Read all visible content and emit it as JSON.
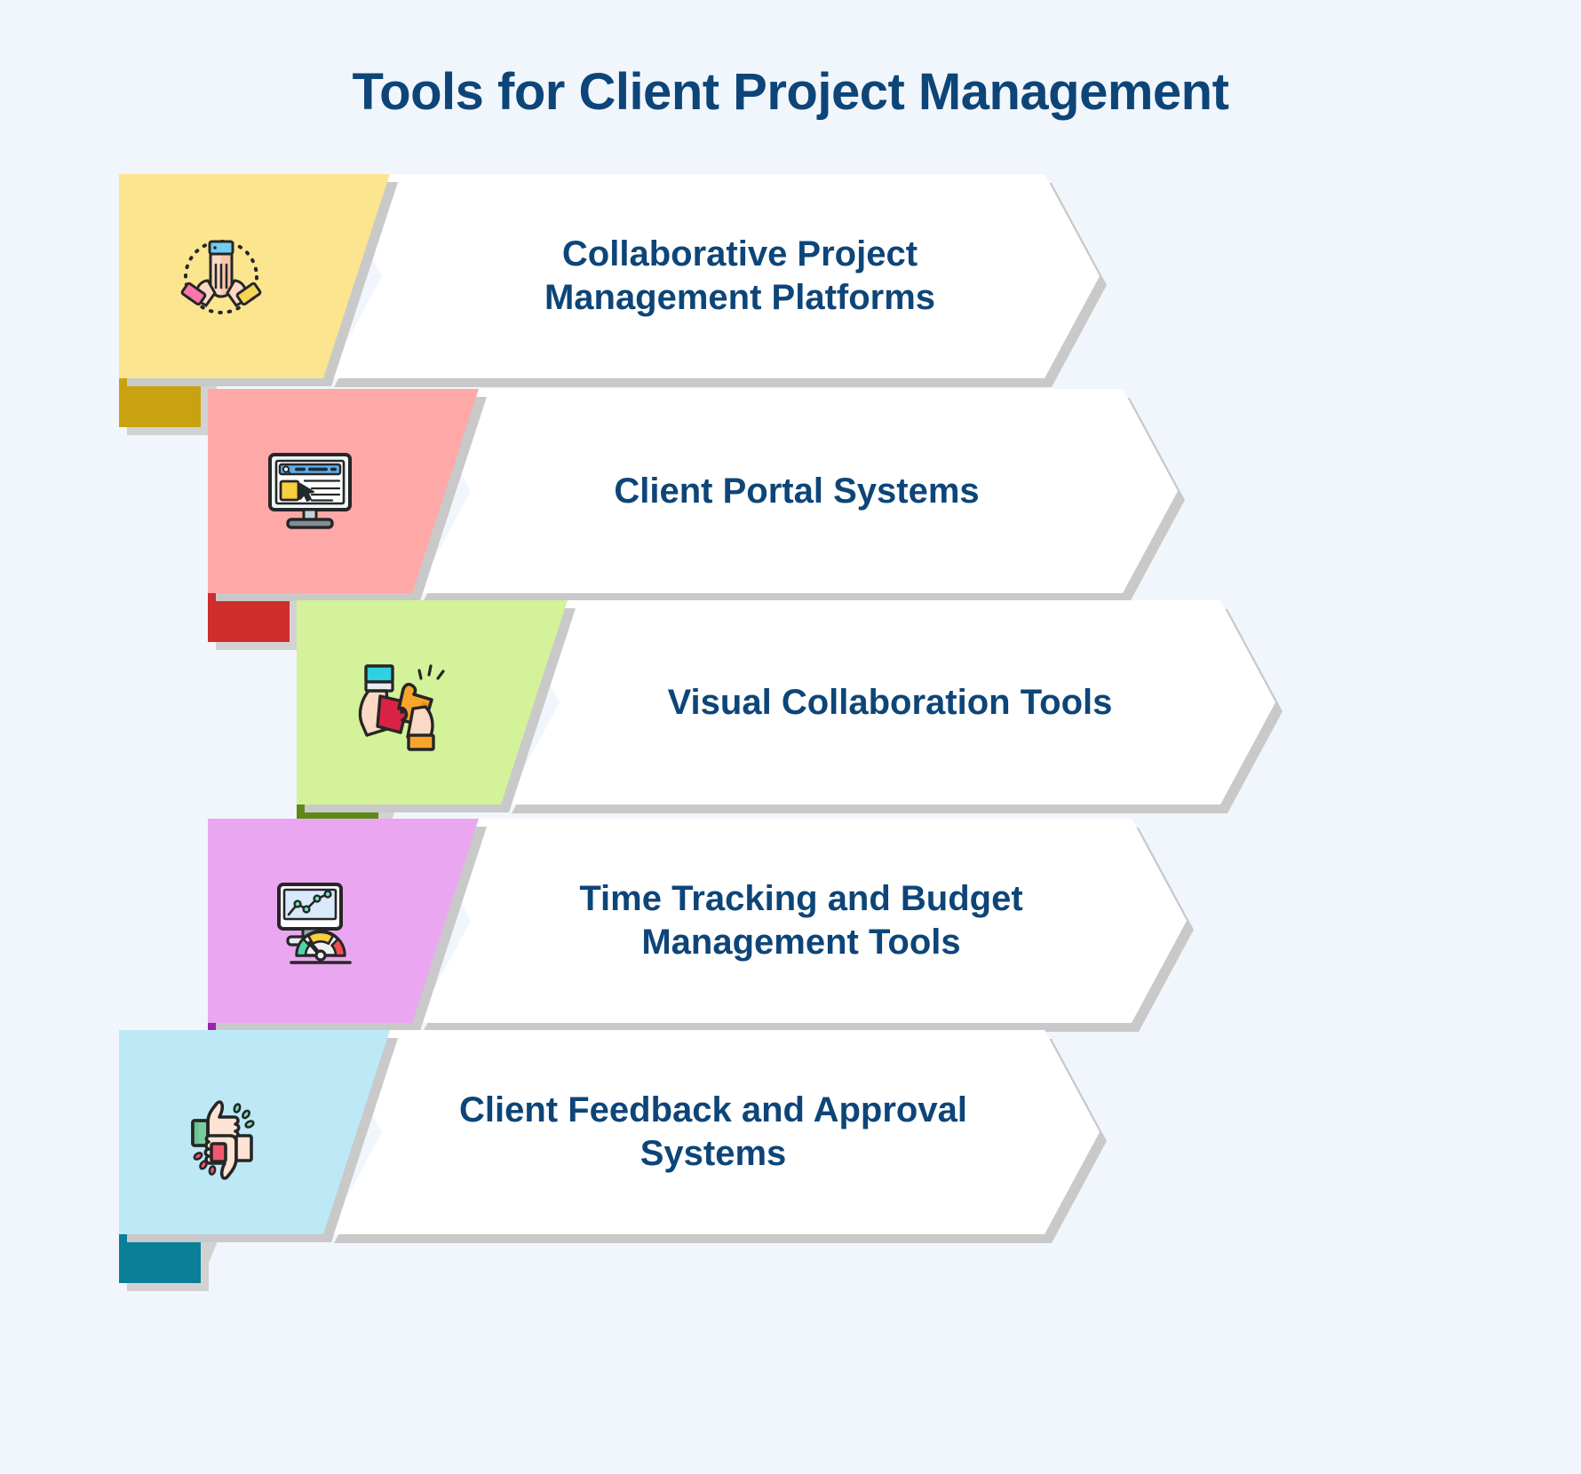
{
  "header": {
    "title": "Tools for Client Project Management",
    "title_color": "#0d4578"
  },
  "background_color": "#f1f6fd",
  "banner": {
    "fill_color": "#ffffff",
    "text_color": "#0d4578",
    "shadow_color": "#c9c9c9"
  },
  "rows": [
    {
      "label": "Collaborative Project Management Platforms",
      "label_line1": "Collaborative Project",
      "label_line2": "Management Platforms",
      "tile_color": "#fbe58f",
      "fold_color": "#c9a211",
      "icon": "teamwork-hands-icon"
    },
    {
      "label": "Client Portal Systems",
      "label_line1": "Client Portal Systems",
      "label_line2": "",
      "tile_color": "#ffa8a8",
      "fold_color": "#cf2c2c",
      "icon": "client-portal-monitor-icon"
    },
    {
      "label": "Visual Collaboration Tools",
      "label_line1": "Visual Collaboration Tools",
      "label_line2": "",
      "tile_color": "#d3f29a",
      "fold_color": "#5d8a16",
      "icon": "puzzle-hands-icon"
    },
    {
      "label": "Time Tracking and Budget Management Tools",
      "label_line1": "Time Tracking and Budget",
      "label_line2": "Management Tools",
      "tile_color": "#eaa6f0",
      "fold_color": "#9b22ab",
      "icon": "analytics-gauge-icon"
    },
    {
      "label": "Client Feedback and Approval Systems",
      "label_line1": "Client Feedback and Approval",
      "label_line2": "Systems",
      "tile_color": "#bde9f7",
      "fold_color": "#0b7e98",
      "icon": "thumbs-up-down-icon"
    }
  ]
}
